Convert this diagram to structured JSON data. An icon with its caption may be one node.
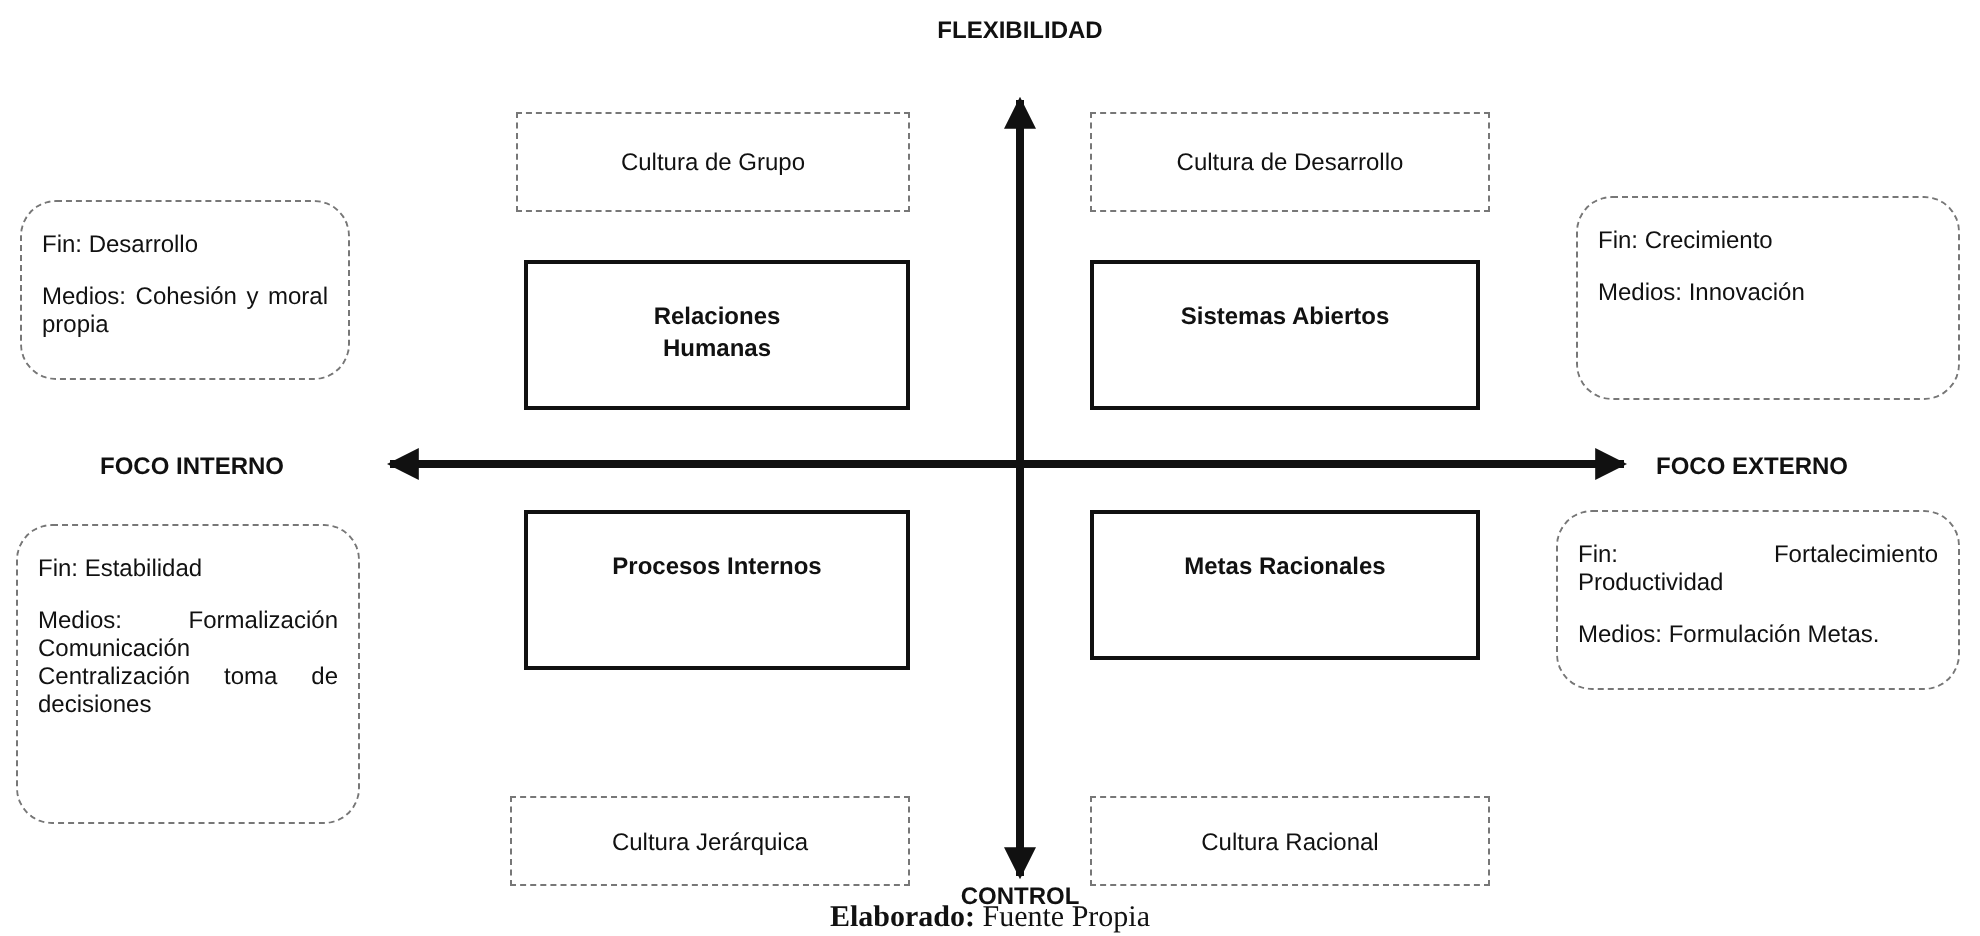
{
  "diagram": {
    "caption": "**Elaborado:** Fuente Propia",
    "nodes": [
      {
        "text": [
          "Cultura de Grupo"
        ]
      },
      {
        "text": [
          "Cultura de Desarrollo"
        ]
      },
      {
        "text": [
          "Fin: Desarrollo",
          "Medios: Cohesión y moral propia"
        ]
      },
      {
        "text": [
          "Relaciones Humanas"
        ]
      },
      {
        "text": [
          "Sistemas Abiertos"
        ]
      },
      {
        "text": [
          "Fin: Crecimiento",
          "Medios: Innovación"
        ]
      },
      {
        "text": [
          "Procesos Internos"
        ]
      },
      {
        "text": [
          "Metas Racionales"
        ]
      },
      {
        "text": [
          "Fin: Fortalecimiento Productividad",
          "Medios: Formulación Metas."
        ]
      },
      {
        "text": [
          "Fin: Estabilidad",
          "Medios: Formalización Comunicación Centralización toma de decisiones"
        ]
      },
      {
        "text": [
          "Cultura Jerárquica"
        ]
      },
      {
        "text": [
          "Cultura Racional"
        ]
      }
    ],
    "edges": [],
    "labels": [
      "FLEXIBILIDAD",
      "FOCO INTERNO",
      "FOCO EXTERNO",
      "CONTROL"
    ]
  }
}
